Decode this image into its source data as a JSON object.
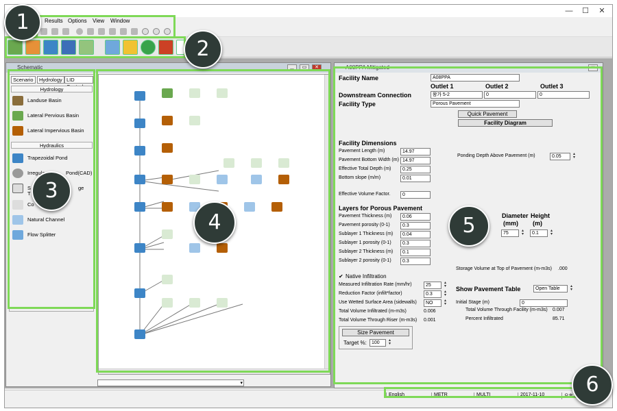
{
  "app": {
    "window_controls": [
      "—",
      "☐",
      "✕"
    ],
    "menus": [
      "Results",
      "Options",
      "View",
      "Window"
    ]
  },
  "annotations": [
    "1",
    "2",
    "3",
    "4",
    "5",
    "6"
  ],
  "schematic": {
    "title": "Schematic",
    "tabs": [
      "Scenario",
      "Hydrology",
      "LID Control"
    ],
    "hydrology_header": "Hydrology",
    "hydrology_items": [
      "Landuse Basin",
      "Lateral Pervious Basin",
      "Lateral Impervious Basin"
    ],
    "hydraulics_header": "Hydraulics",
    "hydraulics_items": [
      "Trapezoidal Pond",
      "Irregular Pond(CAD)",
      "SSD Table Storage",
      "Conduit",
      "Natural Channel",
      "Flow Splitter"
    ],
    "hydraulics_visible_labels": [
      "Trapezoidal Pond",
      "Irregula",
      "Pond(CAD)",
      "S",
      "ge",
      "T",
      "Co",
      "Natural Channel",
      "Flow Splitter"
    ]
  },
  "facility": {
    "window_title": "A08PPA Mitigated",
    "facility_name_label": "Facility Name",
    "facility_name": "A08PPA",
    "outlet_headers": [
      "Outlet 1",
      "Outlet 2",
      "Outlet 3"
    ],
    "downstream_label": "Downstream Connection",
    "outlets": [
      "왕가 5-2",
      "0",
      "0"
    ],
    "facility_type_label": "Facility Type",
    "facility_type": "Porous Pavement",
    "quick_button": "Quick Pavement",
    "diagram_button": "Facility Diagram",
    "dims_header": "Facility Dimensions",
    "dims": [
      {
        "label": "Pavement Length (m)",
        "value": "14.97"
      },
      {
        "label": "Pavement Bottom Width (m)",
        "value": "14.97"
      },
      {
        "label": "Effective Total Depth (m)",
        "value": "0.25"
      },
      {
        "label": "Bottom slope (m/m)",
        "value": "0.01"
      }
    ],
    "ponding_label": "Ponding Depth Above Pavement (m)",
    "ponding_value": "0.05",
    "evf_label": "Effective Volume Factor.",
    "evf_value": "0",
    "layers_header": "Layers for Porous Pavement",
    "layers": [
      {
        "label": "Pavement Thickness (m)",
        "value": "0.06"
      },
      {
        "label": "Pavement porosity (0-1)",
        "value": "0.3"
      },
      {
        "label": "Sublayer 1 Thickness (m)",
        "value": "0.04"
      },
      {
        "label": "Sublayer 1 porosity (0-1)",
        "value": "0.3"
      },
      {
        "label": "Sublayer 2 Thickness (m)",
        "value": "0.1"
      },
      {
        "label": "Sublayer 2 porosity (0-1)",
        "value": "0.3"
      }
    ],
    "diameter_header": "Diameter",
    "height_header": "Height",
    "diameter_unit": "(mm)",
    "height_unit": "(m)",
    "diameter_value": "75",
    "height_value": "0.1",
    "storage_label": "Storage Volume at Top of Pavement (m-m3s)",
    "storage_value": ".000",
    "native_check": "✔",
    "native_label": "Native Infiltration",
    "infil": [
      {
        "label": "Measured Infiltration Rate (mm/hr)",
        "value": "25"
      },
      {
        "label": "Reduction Factor (infilt*factor)",
        "value": "0.3"
      },
      {
        "label": "Use Wetted Surface Area (sidewalls)",
        "value": "NO"
      }
    ],
    "total_infil_label": "Total Volume Infiltrated (m-m3s)",
    "total_infil_value": "0.006",
    "total_riser_label": "Total Volume Through Riser (m-m3s)",
    "total_riser_value": "0.001",
    "show_table_label": "Show Pavement Table",
    "open_table": "Open Table",
    "initial_stage_label": "Initial Stage (m)",
    "initial_stage_value": "0",
    "total_facility_label": "Total Volume Through Facility (m-m3s)",
    "total_facility_value": "0.007",
    "percent_label": "Percent Infiltrated",
    "percent_value": "85.71",
    "size_button": "Size Pavement",
    "target_label": "Target %:",
    "target_value": "100"
  },
  "status": {
    "items": [
      "English",
      "METR",
      "MULTI",
      "2017-11-10",
      "오후"
    ]
  },
  "colors": {
    "highlight": "#7ed957",
    "badge": "#2f3b37"
  }
}
